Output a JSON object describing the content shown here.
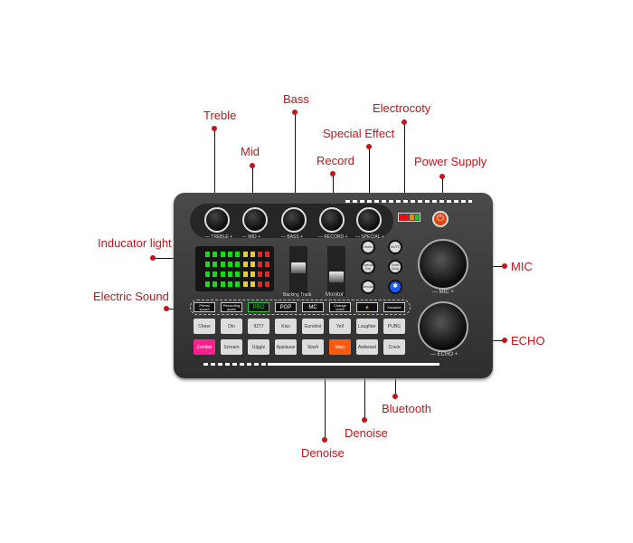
{
  "callouts": {
    "treble": "Treble",
    "mid": "Mid",
    "bass": "Bass",
    "record": "Record",
    "special_effect": "Special Effect",
    "electrocoty": "Electrocoty",
    "power_supply": "Power Supply",
    "inducator_light": "Inducator light",
    "electric_sound": "Electric Sound",
    "mic": "MIC",
    "echo": "ECHO",
    "bluetooth": "Bluetooth",
    "denoise_1": "Denoise",
    "denoise_2": "Denoise"
  },
  "device": {
    "knob_labels": [
      "— TREBLE +",
      "— MID +",
      "— BASS +",
      "— RECORD +",
      "— SPECIAL +"
    ],
    "mic_label": "— MIC +",
    "echo_label": "— ECHO +",
    "fader_labels": {
      "backing": "Backing Track",
      "monitor": "Monitor"
    },
    "right_buttons": [
      "Electro",
      "MUTE",
      "Special Key",
      "Voice Dock",
      "Denoise",
      "✱"
    ],
    "modes": [
      "Primal sound",
      "Recording audio",
      "PRO",
      "POP",
      "MC",
      "Change Voice",
      "⚡",
      "Karaoke"
    ],
    "pads_row1": [
      "Cheer",
      "Din",
      "9277",
      "Kiss",
      "Gunshot",
      "Yell",
      "Laughter",
      "PUBG"
    ],
    "pads_row2": [
      "Zombie",
      "Scream",
      "Giggle",
      "Applause",
      "Slash",
      "Mary",
      "Awkward",
      "Crack"
    ],
    "colors": {
      "callout": "#c0161b",
      "pro": "#2ecc40",
      "pink": "#ff1f8e",
      "orange": "#ff5a10",
      "bluetooth": "#1a5cff"
    }
  }
}
